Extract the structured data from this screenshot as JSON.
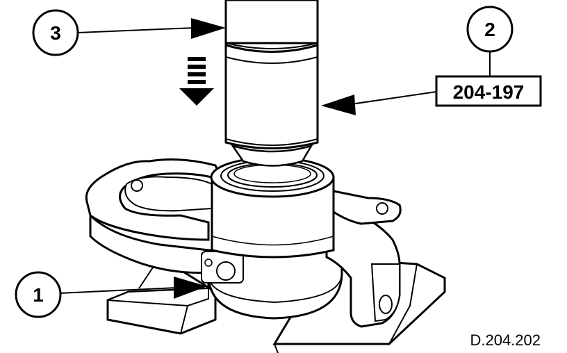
{
  "callouts": {
    "one": "1",
    "two": "2",
    "three": "3"
  },
  "tool_reference": "204-197",
  "figure_id": "D.204.202"
}
